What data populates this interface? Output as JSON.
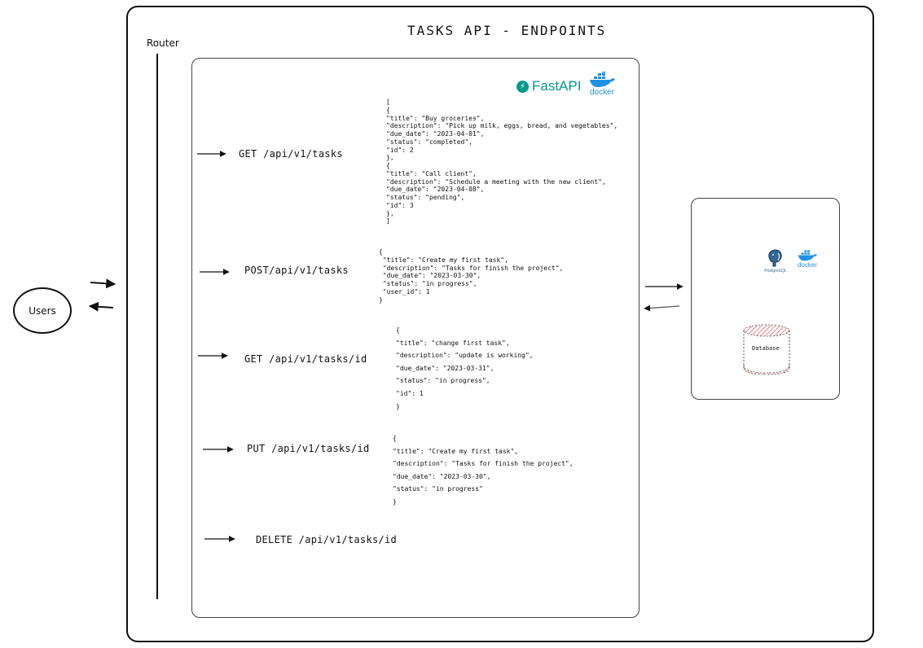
{
  "title": "TASKS API - ENDPOINTS",
  "router": {
    "label": "Router"
  },
  "users": {
    "label": "Users"
  },
  "logos": {
    "fastapi": "FastAPI",
    "fastapi_icon": "bolt-icon",
    "docker": "docker",
    "postgres": "PostgreSQL",
    "brand_fastapi": "#05998b",
    "brand_docker": "#1d91e6",
    "brand_postgres": "#336791"
  },
  "endpoints": [
    {
      "method_path": "GET /api/v1/tasks"
    },
    {
      "method_path": "POST/api/v1/tasks"
    },
    {
      "method_path": "GET /api/v1/tasks/id"
    },
    {
      "method_path": "PUT /api/v1/tasks/id"
    },
    {
      "method_path": "DELETE /api/v1/tasks/id"
    }
  ],
  "payloads": {
    "get_all": "[\n{\n\"title\": \"Buy groceries\",\n\"description\": \"Pick up milk, eggs, bread, and vegetables\",\n\"due_date\": \"2023-04-01\",\n\"status\": \"completed\",\n\"id\": 2\n},\n{\n\"title\": \"Call client\",\n\"description\": \"Schedule a meeting with the new client\",\n\"due_date\": \"2023-04-08\",\n\"status\": \"pending\",\n\"id\": 3\n},\n]",
    "post": "{\n \"title\": \"Create my first task\",\n \"description\": \"Tasks for finish the project\",\n \"due_date\": \"2023-03-30\",\n \"status\": \"in progress\",\n \"user_id\": 1\n}",
    "get_one": "{\n\"title\": \"change first task\",\n\"description\": \"update is working\",\n\"due_date\": \"2023-03-31\",\n\"status\": \"in progress\",\n\"id\": 1\n}",
    "put": "{\n\"title\": \"Create my first task\",\n\"description\": \"Tasks for finish the project\",\n\"due_date\": \"2023-03-30\",\n\"status\": \"in progress\"\n}"
  },
  "database": {
    "label": "Database",
    "fill_color": "#e65c5c"
  }
}
